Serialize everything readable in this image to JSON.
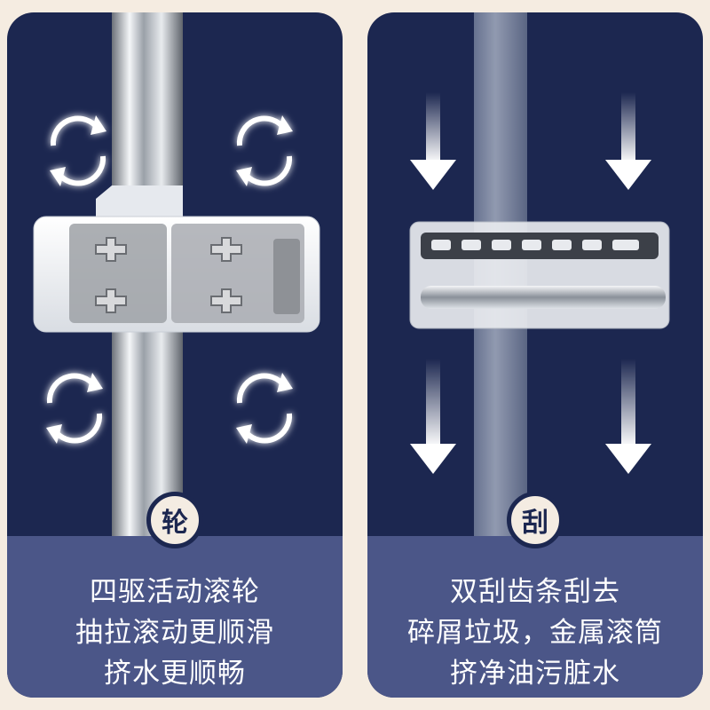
{
  "left_panel": {
    "badge": "轮",
    "caption_lines": [
      "四驱活动滚轮",
      "抽拉滚动更顺滑",
      "挤水更顺畅"
    ],
    "icons": [
      "rotate-arrows-icon",
      "rotate-arrows-icon",
      "rotate-arrows-icon",
      "rotate-arrows-icon"
    ]
  },
  "right_panel": {
    "badge": "刮",
    "caption_lines": [
      "双刮齿条刮去",
      "碎屑垃圾，金属滚筒",
      "挤净油污脏水"
    ],
    "icons": [
      "down-arrow-icon",
      "down-arrow-icon",
      "down-arrow-icon",
      "down-arrow-icon"
    ]
  },
  "colors": {
    "background": "#f5ece1",
    "panel_dark": "#1c2750",
    "caption_band": "#4b5688",
    "badge_fill": "#f4ece2",
    "glow": "#4aa3ff"
  }
}
